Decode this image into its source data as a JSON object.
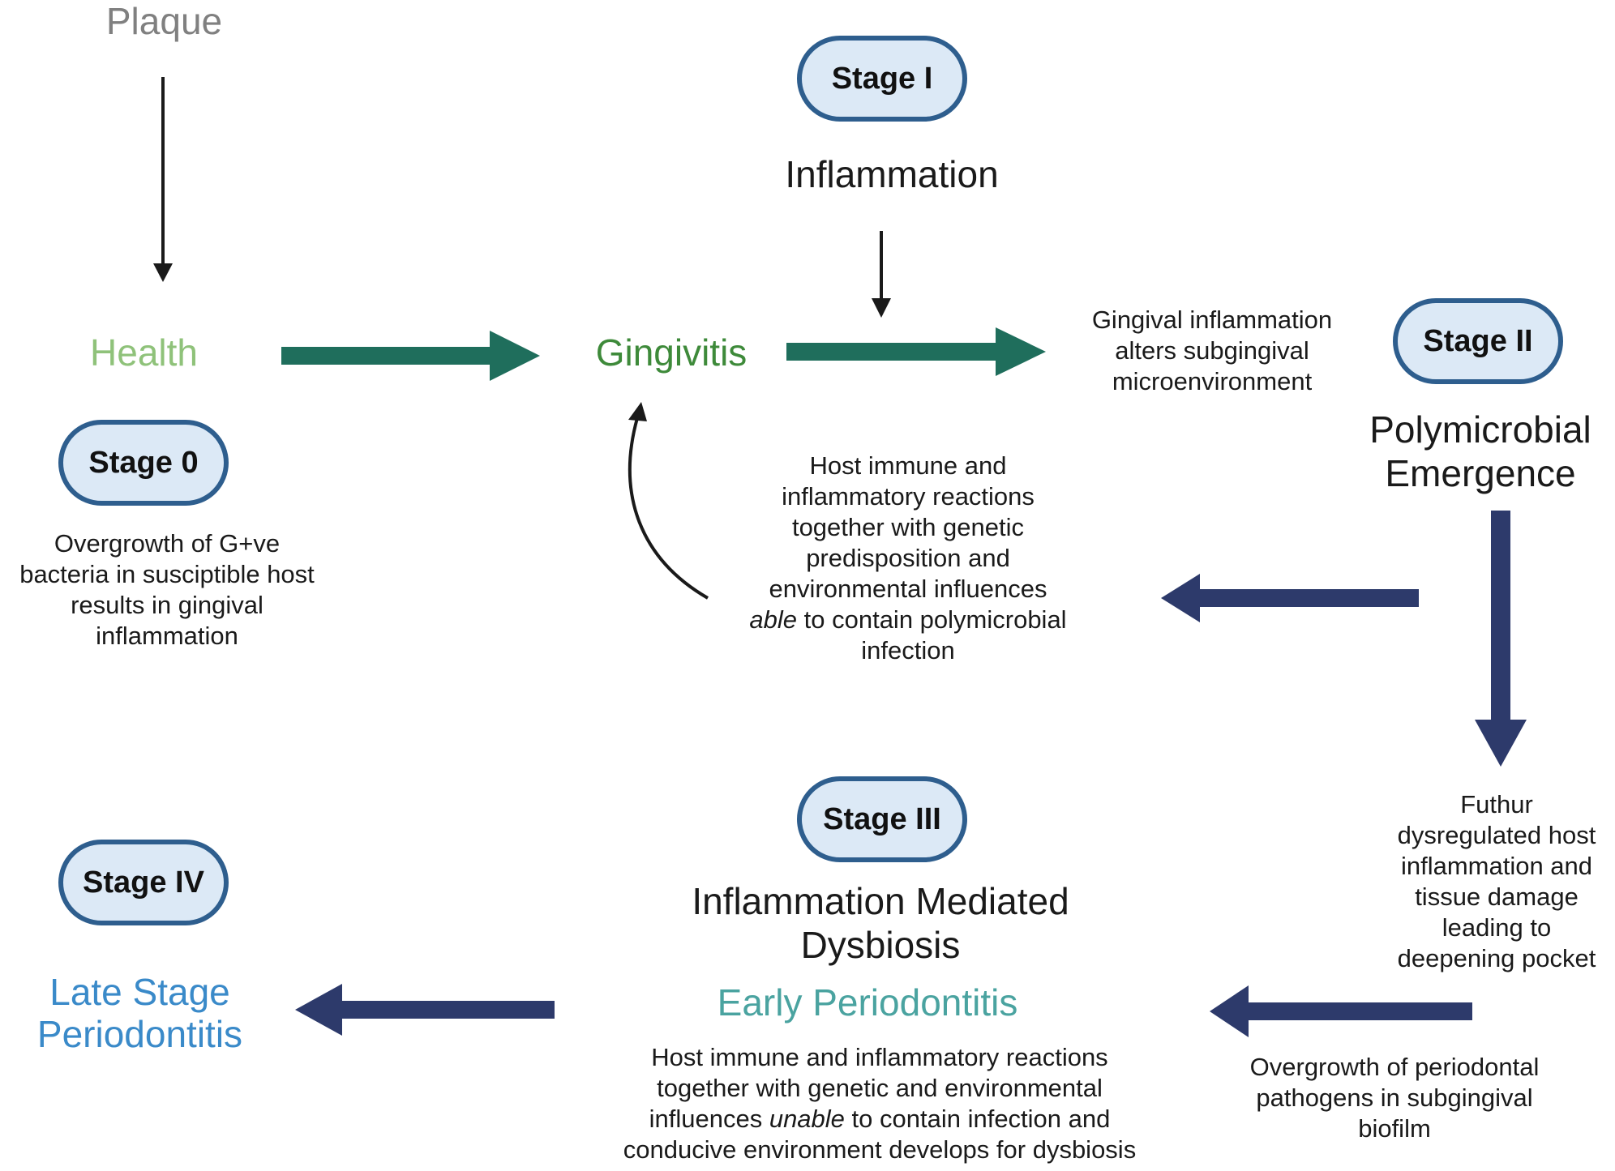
{
  "plaque": "Plaque",
  "health": "Health",
  "gingivitis": "Gingivitis",
  "stage0": {
    "label": "Stage 0",
    "text": [
      "Overgrowth of G+ve",
      "bacteria in susciptible host",
      "results in gingival",
      "inflammation"
    ]
  },
  "stage1": {
    "label": "Stage I",
    "title": "Inflammation"
  },
  "gingival_alters": [
    "Gingival inflammation",
    "alters subgingival",
    "microenvironment"
  ],
  "stage2": {
    "label": "Stage II",
    "title": [
      "Polymicrobial",
      "Emergence"
    ]
  },
  "host_able": {
    "lines": [
      "Host immune and",
      "inflammatory reactions",
      "together with genetic",
      "predisposition and",
      "environmental influences"
    ],
    "emph": "able",
    "rest": " to contain polymicrobial",
    "last": "infection"
  },
  "further": [
    "Futhur",
    "dysregulated host",
    "inflammation and",
    "tissue damage",
    "leading to",
    "deepening pocket"
  ],
  "stage3": {
    "label": "Stage III",
    "title": [
      "Inflammation Mediated",
      "Dysbiosis"
    ],
    "subtitle": "Early Periodontitis"
  },
  "host_unable": {
    "line1": "Host immune and inflammatory reactions",
    "line2": "together with genetic and environmental",
    "pre": "influences ",
    "emph": "unable",
    "rest": " to contain infection and",
    "line4": "conducive environment develops for dysbiosis"
  },
  "overgrowth_perio": [
    "Overgrowth of periodontal",
    "pathogens in subgingival",
    "biofilm"
  ],
  "stage4": {
    "label": "Stage IV",
    "title": [
      "Late Stage",
      "Periodontitis"
    ]
  },
  "colors": {
    "teal_arrow": "#1f6e5c",
    "navy_arrow": "#2d3a6b",
    "pill_border": "#2e5e8e",
    "pill_fill": "#dce9f6",
    "health": "#8fc27a",
    "gingivitis": "#3e8a3a",
    "early_perio": "#4aa3a0",
    "late_perio": "#3a8ac9",
    "plaque": "#808080"
  }
}
